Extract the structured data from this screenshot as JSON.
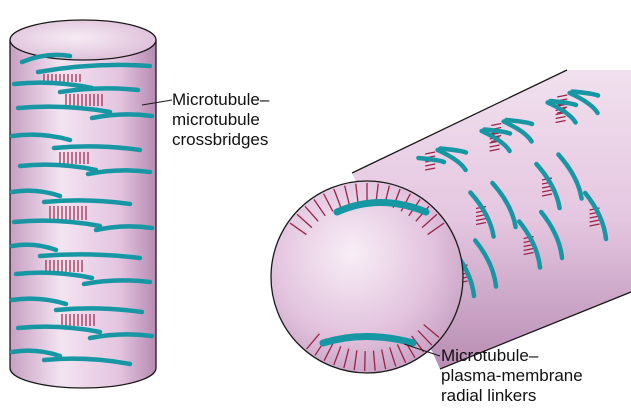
{
  "labels": {
    "crossbridges": [
      "Microtubule–",
      "microtubule",
      "crossbridges"
    ],
    "radial_linkers": [
      "Microtubule–",
      "plasma-membrane",
      "radial linkers"
    ]
  },
  "colors": {
    "cylinder_fill": "#e6c8e2",
    "cylinder_shade": "#b98ab4",
    "outline": "#1a1a1a",
    "microtubule": "#1796a3",
    "linker": "#9a2447",
    "label_text": "#111111"
  }
}
